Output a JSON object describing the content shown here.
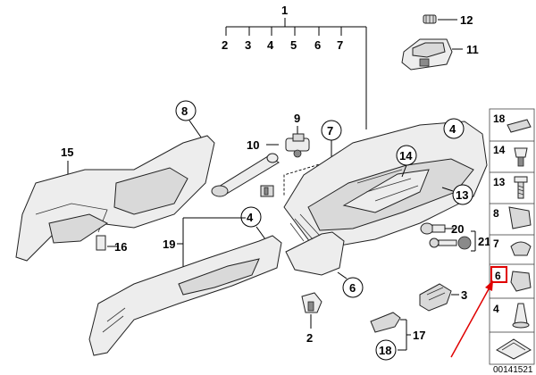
{
  "callouts": {
    "c1": "1",
    "c2": "2",
    "c3": "3",
    "c4": "4",
    "c5": "5",
    "c6": "6",
    "c7": "7",
    "c12": "12",
    "c11": "11",
    "c8": "8",
    "c9": "9",
    "c10": "10",
    "c7b": "7",
    "c4a": "4",
    "c14": "14",
    "c15": "15",
    "c16": "16",
    "c13": "13",
    "c20": "20",
    "c21": "21",
    "c4b": "4",
    "c19": "19",
    "c6b": "6",
    "c3b": "3",
    "c2b": "2",
    "c18": "18",
    "c17": "17"
  },
  "side_panel": {
    "items": [
      "18",
      "14",
      "13",
      "8",
      "7",
      "6",
      "4"
    ],
    "highlighted": "6"
  },
  "footer_code": "00141521",
  "colors": {
    "highlight": "#e00000",
    "arrow": "#e00000"
  }
}
